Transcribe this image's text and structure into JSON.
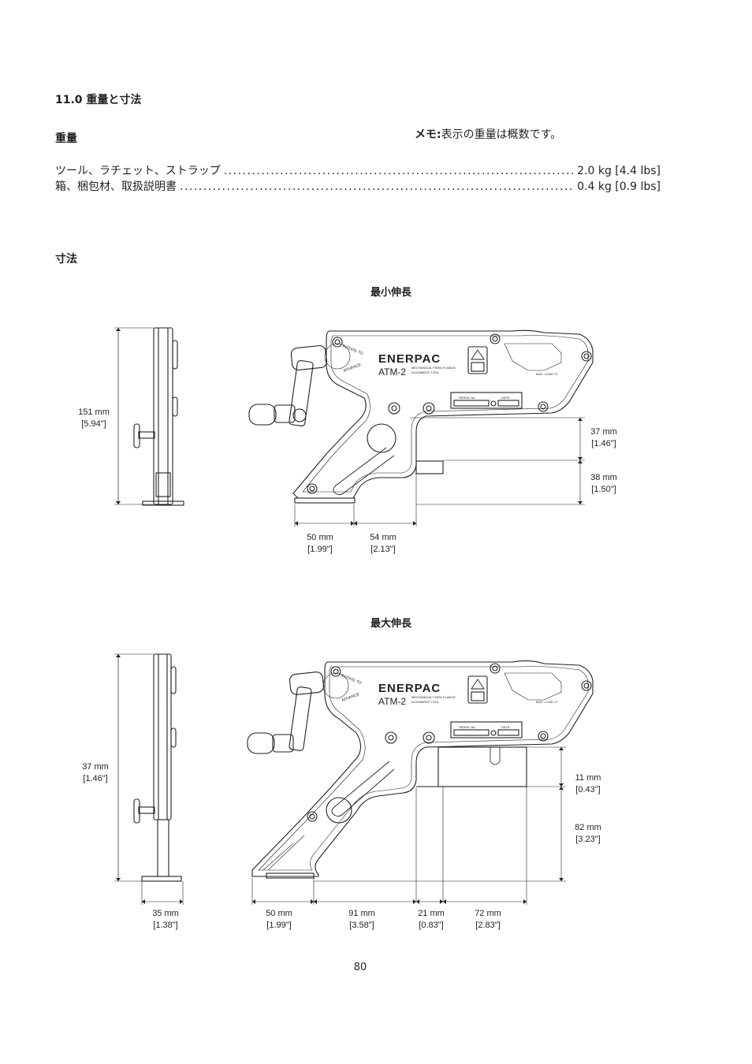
{
  "section_title": "11.0 重量と寸法",
  "weight": {
    "heading": "重量",
    "note_label": "メモ:",
    "note_text": "表示の重量は概数です。",
    "rows": [
      {
        "label": "ツール、ラチェット、ストラップ",
        "value": "2.0 kg [4.4 lbs]"
      },
      {
        "label": "箱、梱包材、取扱説明書",
        "value": "0.4 kg [0.9 lbs]"
      }
    ]
  },
  "dimensions": {
    "heading": "寸法",
    "min": {
      "title": "最小伸長",
      "height": {
        "mm": "151 mm",
        "in": "[5.94\"]"
      },
      "right_upper": {
        "mm": "37 mm",
        "in": "[1.46\"]"
      },
      "right_lower": {
        "mm": "38 mm",
        "in": "[1.50\"]"
      },
      "bottom_left": {
        "mm": "50 mm",
        "in": "[1.99\"]"
      },
      "bottom_right": {
        "mm": "54 mm",
        "in": "[2.13\"]"
      }
    },
    "max": {
      "title": "最大伸長",
      "height": {
        "mm": "37 mm",
        "in": "[1.46\"]"
      },
      "side_base": {
        "mm": "35 mm",
        "in": "[1.38\"]"
      },
      "right_upper": {
        "mm": "11 mm",
        "in": "[0.43\"]"
      },
      "right_lower": {
        "mm": "82 mm",
        "in": "[3.23\"]"
      },
      "bottom_1": {
        "mm": "50 mm",
        "in": "[1.99\"]"
      },
      "bottom_2": {
        "mm": "91 mm",
        "in": "[3.58\"]"
      },
      "bottom_3": {
        "mm": "21 mm",
        "in": "[0.83\"]"
      },
      "bottom_4": {
        "mm": "72 mm",
        "in": "[2.83\"]"
      }
    },
    "tool_labels": {
      "brand": "ENERPAC",
      "model": "ATM-2",
      "desc_line1": "MECHANICAL FIXED FLANGE",
      "desc_line2": "ALIGNMENT TOOL",
      "rotate": "ROTATE TO",
      "advance": "ADVANCE",
      "serial": "SERIAL No:",
      "date": "DATE:",
      "max_load": "MAX. LOAD 1T"
    }
  },
  "page_number": "80"
}
